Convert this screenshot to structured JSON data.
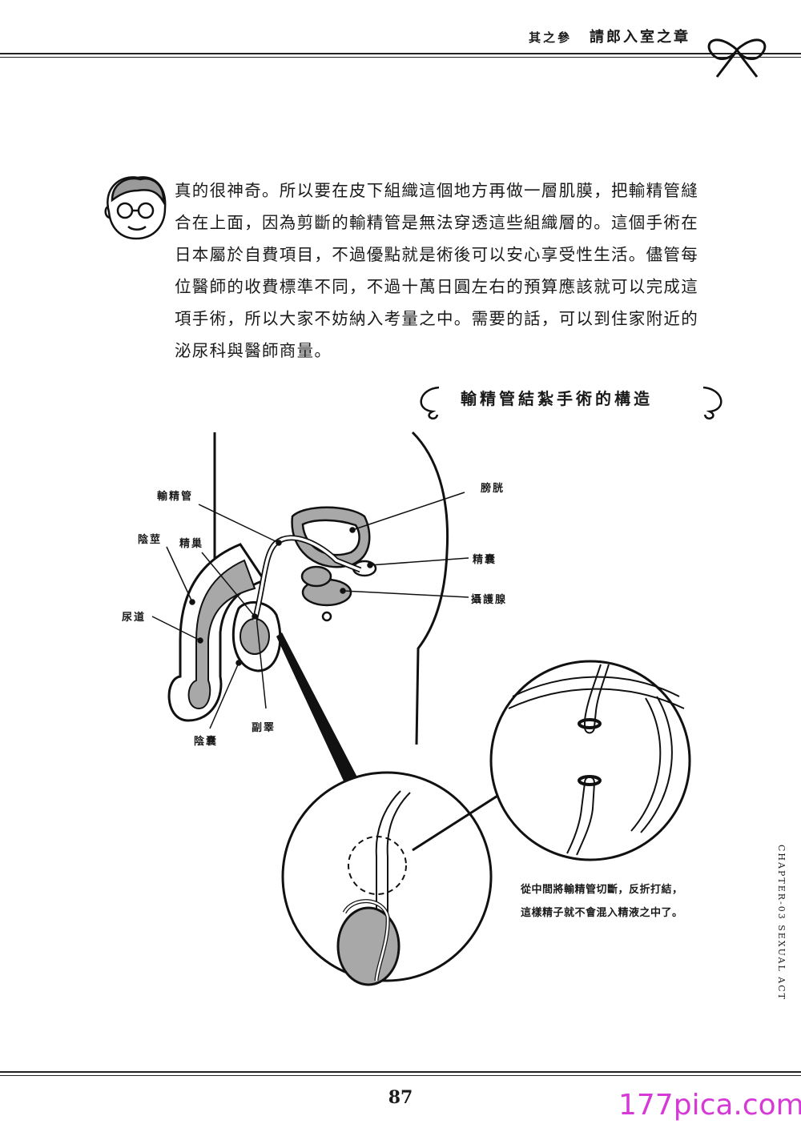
{
  "header": {
    "chapter": "其之參",
    "title": "請郎入室之章"
  },
  "body_text": "真的很神奇。所以要在皮下組織這個地方再做一層肌膜，把輸精管縫\n合在上面，因為剪斷的輸精管是無法穿透這些組織層的。這個手術在\n日本屬於自費項目，不過優點就是術後可以安心享受性生活。儘管每\n位醫師的收費標準不同，不過十萬日圓左右的預算應該就可以完成這\n項手術，所以大家不妨納入考量之中。需要的話，可以到住家附近的\n泌尿科與醫師商量。",
  "diagram": {
    "heading": "輸精管結紮手術的構造",
    "labels": {
      "vas_deferens": "輸精管",
      "penis": "陰莖",
      "testis": "精巢",
      "urethra": "尿道",
      "bladder": "膀胱",
      "seminal_vesicle": "精囊",
      "prostate": "攝護腺",
      "epididymis": "副睪",
      "scrotum": "陰囊"
    },
    "note": "從中間將輸精管切斷，反折打結，\n這樣精子就不會混入精液之中了。"
  },
  "side_text": "CHAPTER-03 SEXUAL ACT",
  "page_number": "87",
  "watermark": "177pica.com",
  "colors": {
    "ink": "#1a1a1a",
    "organ_fill": "#a8a8a8",
    "watermark": "#d63ad6"
  }
}
